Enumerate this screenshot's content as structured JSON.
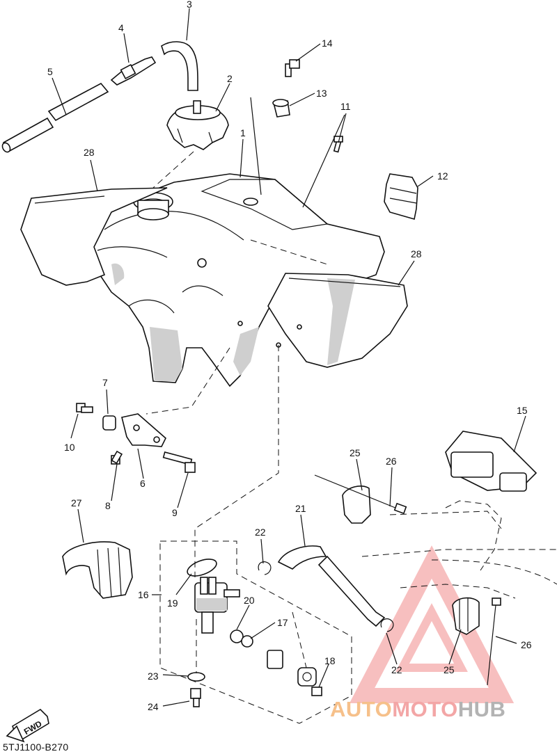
{
  "diagram": {
    "labels": [
      {
        "id": "1",
        "text": "1"
      },
      {
        "id": "2",
        "text": "2"
      },
      {
        "id": "3",
        "text": "3"
      },
      {
        "id": "4",
        "text": "4"
      },
      {
        "id": "5",
        "text": "5"
      },
      {
        "id": "6",
        "text": "6"
      },
      {
        "id": "7",
        "text": "7"
      },
      {
        "id": "8",
        "text": "8"
      },
      {
        "id": "9",
        "text": "9"
      },
      {
        "id": "10",
        "text": "10"
      },
      {
        "id": "11",
        "text": "11"
      },
      {
        "id": "12",
        "text": "12"
      },
      {
        "id": "13",
        "text": "13"
      },
      {
        "id": "14",
        "text": "14"
      },
      {
        "id": "15",
        "text": "15"
      },
      {
        "id": "16",
        "text": "16"
      },
      {
        "id": "17",
        "text": "17"
      },
      {
        "id": "18",
        "text": "18"
      },
      {
        "id": "19",
        "text": "19"
      },
      {
        "id": "20",
        "text": "20"
      },
      {
        "id": "21",
        "text": "21"
      },
      {
        "id": "22a",
        "text": "22"
      },
      {
        "id": "22b",
        "text": "22"
      },
      {
        "id": "23",
        "text": "23"
      },
      {
        "id": "24",
        "text": "24"
      },
      {
        "id": "25a",
        "text": "25"
      },
      {
        "id": "25b",
        "text": "25"
      },
      {
        "id": "26a",
        "text": "26"
      },
      {
        "id": "26b",
        "text": "26"
      },
      {
        "id": "27",
        "text": "27"
      },
      {
        "id": "28a",
        "text": "28"
      },
      {
        "id": "28b",
        "text": "28"
      }
    ],
    "fwd_label": "FWD",
    "diagram_code": "5TJ1100-B270"
  },
  "watermark": {
    "part1": "AUTO",
    "part2": "MOTO",
    "part3": "HUB",
    "color_auto": "#f6c08a",
    "color_moto": "#f3a6a6",
    "color_hub": "#b3b3b3"
  }
}
